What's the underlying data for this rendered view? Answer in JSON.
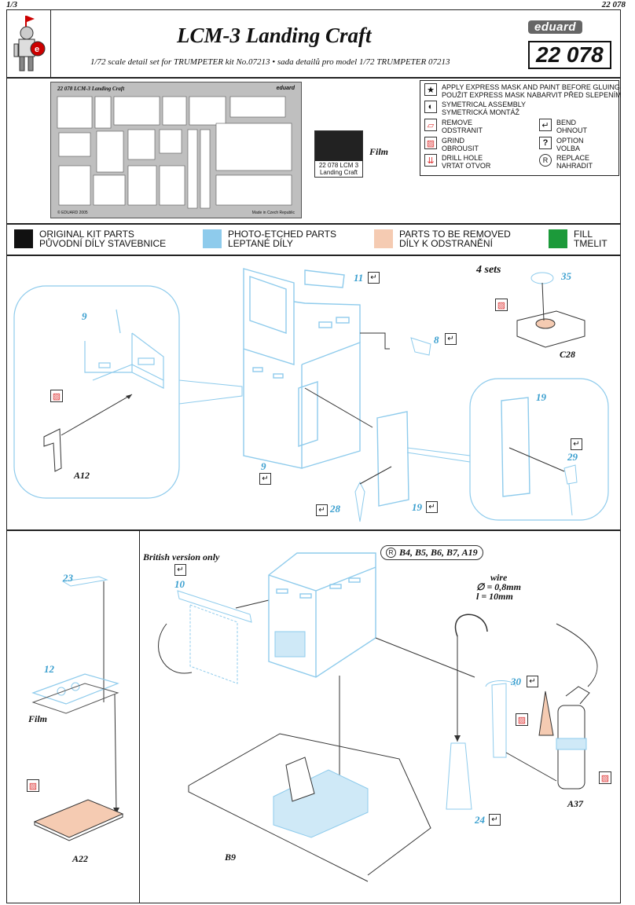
{
  "page": {
    "number": "1/3",
    "code_top": "22 078"
  },
  "header": {
    "title": "LCM-3 Landing Craft",
    "subtitle": "1/72 scale detail set for TRUMPETER kit No.07213 • sada detailů pro model 1/72 TRUMPETER 07213",
    "brand": "eduard",
    "code": "22 078"
  },
  "fret": {
    "top_text": "22 078  LCM-3 Landing Craft",
    "brand": "eduard",
    "copyright": "© EDUARD 2005",
    "made_in": "Made in Czech Republic"
  },
  "film": {
    "card_line1": "22 078 LCM 3",
    "card_line2": "Landing Craft",
    "label": "Film"
  },
  "legend": {
    "express_mask": [
      "APPLY EXPRESS MASK AND PAINT BEFORE GLUING",
      "POUŽIT EXPRESS MASK NABARVIT PŘED SLEPENÍM"
    ],
    "symmetrical": [
      "SYMETRICAL ASSEMBLY",
      "SYMETRICKÁ MONTÁŽ"
    ],
    "remove": [
      "REMOVE",
      "ODSTRANIT"
    ],
    "bend": [
      "BEND",
      "OHNOUT"
    ],
    "grind": [
      "GRIND",
      "OBROUSIT"
    ],
    "option": [
      "OPTION",
      "VOLBA"
    ],
    "drill": [
      "DRILL HOLE",
      "VRTAT OTVOR"
    ],
    "replace": [
      "REPLACE",
      "NAHRADIT"
    ]
  },
  "key": [
    {
      "line1": "ORIGINAL KIT PARTS",
      "line2": "PŮVODNÍ DÍLY STAVEBNICE",
      "color": "#111111"
    },
    {
      "line1": "PHOTO-ETCHED PARTS",
      "line2": "LEPTANÉ DÍLY",
      "color": "#8ecbec"
    },
    {
      "line1": "PARTS TO BE REMOVED",
      "line2": "DÍLY K ODSTRANĚNÍ",
      "color": "#f5cbb2"
    },
    {
      "line1": "FILL",
      "line2": "TMELIT",
      "color": "#1c9a3a"
    }
  ],
  "step1": {
    "sets": "4 sets",
    "labels": {
      "p9a": "9",
      "p11": "11",
      "p35": "35",
      "p8": "8",
      "c28": "C28",
      "p19a": "19",
      "p29": "29",
      "a12": "A12",
      "p9b": "9",
      "p28": "28",
      "p19b": "19"
    }
  },
  "step2": {
    "british": "British version only",
    "replace_parts": "B4, B5, B6, B7, A19",
    "wire_title": "wire",
    "wire_d": "∅ = 0,8mm",
    "wire_l": "l = 10mm",
    "labels": {
      "p23": "23",
      "p10": "10",
      "p12": "12",
      "film": "Film",
      "a22": "A22",
      "p30": "30",
      "p24": "24",
      "a37": "A37",
      "b9": "B9"
    }
  },
  "icons": {
    "bend": "↵",
    "option": "?",
    "replace": "R"
  }
}
